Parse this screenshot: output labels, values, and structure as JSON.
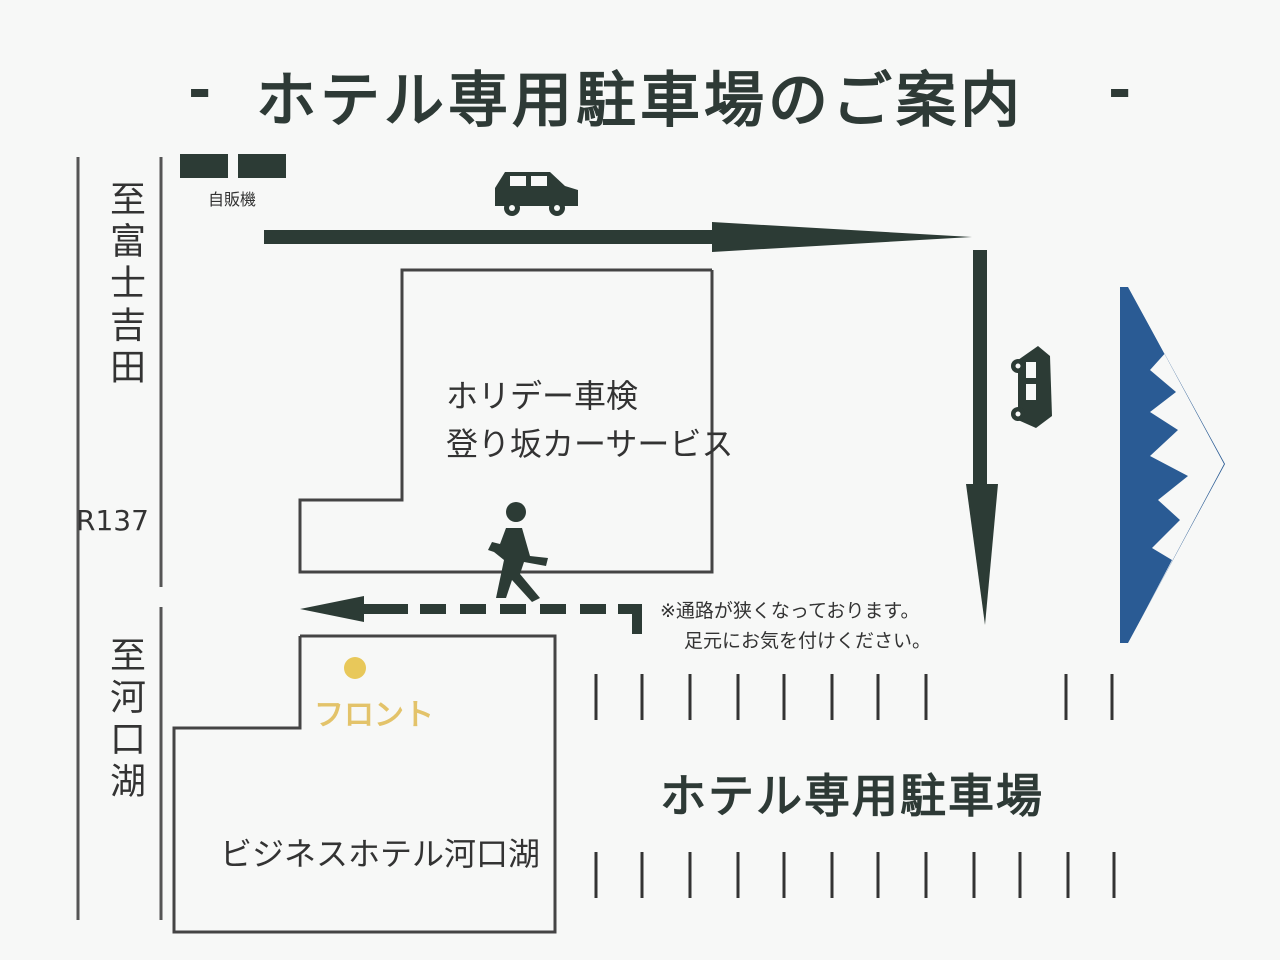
{
  "title": "ホテル専用駐車場のご案内",
  "title_dash_left": "-",
  "title_dash_right": "-",
  "road": {
    "to_fujiyoshida": "至富士吉田",
    "route_number": "R137",
    "to_kawaguchiko": "至河口湖"
  },
  "vending_machine": "自販機",
  "buildings": {
    "car_service_line1": "ホリデー車検",
    "car_service_line2": "登り坂カーサービス",
    "hotel": "ビジネスホテル河口湖",
    "front": "フロント"
  },
  "notes": {
    "line1": "※通路が狭くなっております。",
    "line2": "足元にお気を付けください。"
  },
  "parking": {
    "label": "ホテル専用駐車場"
  },
  "icons": [
    "car-icon",
    "pedestrian-icon",
    "mount-fuji-icon",
    "vending-machine-icon"
  ],
  "colors": {
    "arrow": "#2c3b35",
    "fuji_blue": "#2a5b94",
    "front_dot": "#e8c85a",
    "title": "#2e3a36"
  }
}
